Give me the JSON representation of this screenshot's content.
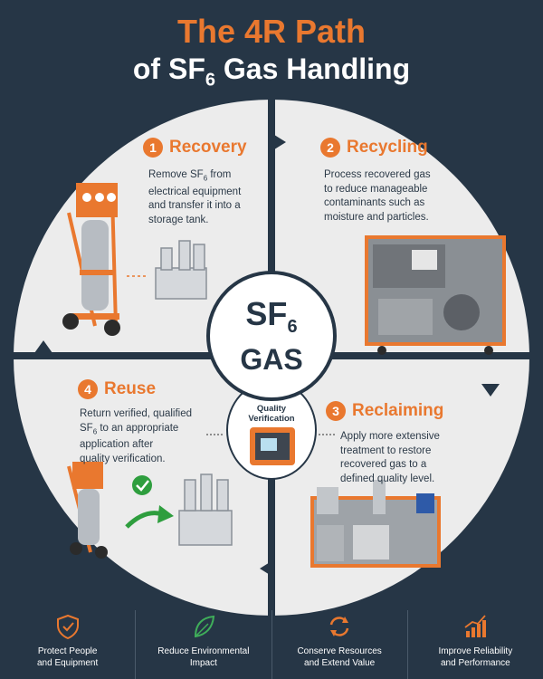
{
  "title": {
    "line1": "The 4R Path",
    "line2_prefix": "of SF",
    "line2_sub": "6",
    "line2_suffix": " Gas Handling"
  },
  "quadrants": [
    {
      "number": "1",
      "title": "Recovery",
      "desc": [
        "Remove SF",
        "6",
        " from",
        "electrical equipment",
        "and transfer it into a",
        "storage tank."
      ]
    },
    {
      "number": "2",
      "title": "Recycling",
      "desc": [
        "Process recovered gas",
        "to reduce manageable",
        "contaminants such as",
        "moisture and particles."
      ]
    },
    {
      "number": "3",
      "title": "Reclaiming",
      "desc": [
        "Apply more extensive",
        "treatment to restore",
        "recovered gas to a",
        "defined quality level."
      ]
    },
    {
      "number": "4",
      "title": "Reuse",
      "desc": [
        "Return verified, qualified",
        "SF",
        "6",
        " to an appropriate",
        "application after",
        "quality verification."
      ]
    }
  ],
  "center": {
    "line1": "SF",
    "line1_sub": "6",
    "line2": "GAS"
  },
  "quality": {
    "line1": "Quality",
    "line2": "Verification"
  },
  "footer": [
    {
      "icon": "shield-check-icon",
      "label": "Protect People\nand Equipment"
    },
    {
      "icon": "leaf-icon",
      "label": "Reduce Environmental\nImpact"
    },
    {
      "icon": "cycle-arrows-icon",
      "label": "Conserve Resources\nand Extend Value"
    },
    {
      "icon": "growth-chart-icon",
      "label": "Improve Reliability\nand Performance"
    }
  ],
  "colors": {
    "background": "#263646",
    "accent": "#e9782f",
    "panel": "#ececec",
    "check": "#2e9e3e"
  }
}
